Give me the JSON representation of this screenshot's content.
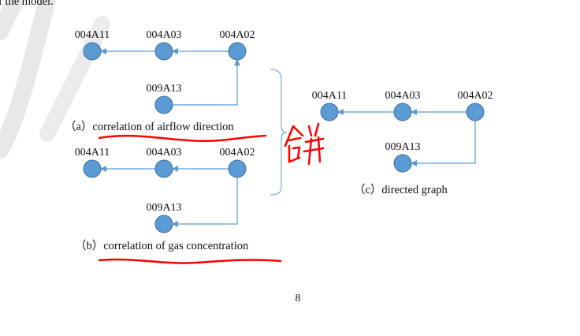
{
  "top_text": "f the model.",
  "watermark": "Jou",
  "colors": {
    "node": "#5b9bd5",
    "node_stroke": "#41719c",
    "edge": "#5b9bd5",
    "ink": "#ff0000",
    "watermark": "#e6e6e6"
  },
  "diagrams": [
    {
      "id": "a",
      "caption": "（a）correlation of airflow direction",
      "nodes": [
        "004A11",
        "004A03",
        "004A02",
        "009A13"
      ],
      "edges": [
        [
          "004A03",
          "004A11"
        ],
        [
          "004A02",
          "004A03"
        ],
        [
          "009A13",
          "004A02"
        ]
      ]
    },
    {
      "id": "b",
      "caption": "（b）correlation of gas concentration",
      "nodes": [
        "004A11",
        "004A03",
        "004A02",
        "009A13"
      ],
      "edges": [
        [
          "004A03",
          "004A11"
        ],
        [
          "004A02",
          "004A03"
        ],
        [
          "004A02",
          "009A13"
        ]
      ]
    },
    {
      "id": "c",
      "caption": "（c）directed graph",
      "nodes": [
        "004A11",
        "004A03",
        "004A02",
        "009A13"
      ],
      "edges": [
        [
          "004A03",
          "004A11"
        ],
        [
          "004A02",
          "004A03"
        ],
        [
          "004A02",
          "009A13"
        ]
      ]
    }
  ],
  "annotation": "合并",
  "page_number": "8"
}
